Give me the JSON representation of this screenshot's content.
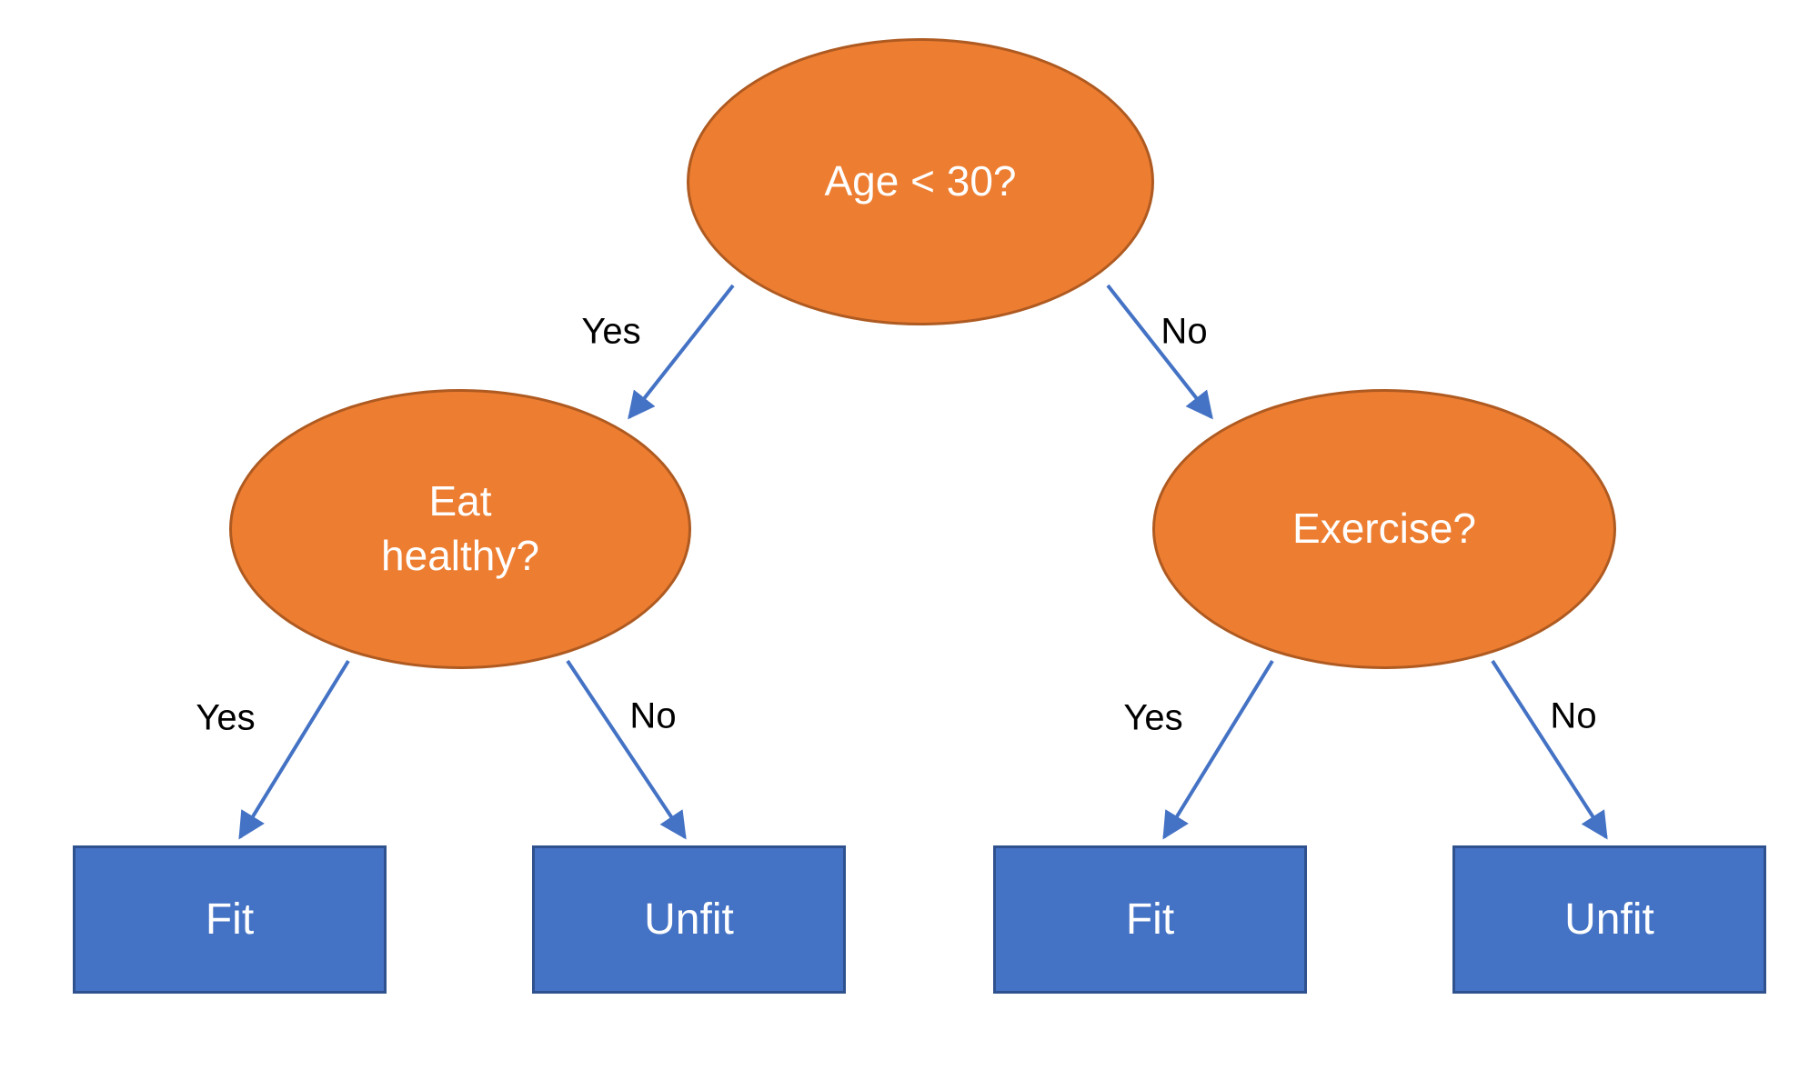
{
  "diagram": {
    "type": "decision-tree",
    "nodes": {
      "root": {
        "label": "Age < 30?",
        "shape": "ellipse"
      },
      "eat_healthy": {
        "label": "Eat healthy?",
        "shape": "ellipse"
      },
      "exercise": {
        "label": "Exercise?",
        "shape": "ellipse"
      },
      "fit_left": {
        "label": "Fit",
        "shape": "rect"
      },
      "unfit_left": {
        "label": "Unfit",
        "shape": "rect"
      },
      "fit_right": {
        "label": "Fit",
        "shape": "rect"
      },
      "unfit_right": {
        "label": "Unfit",
        "shape": "rect"
      }
    },
    "edge_labels": {
      "root_yes": "Yes",
      "root_no": "No",
      "eat_yes": "Yes",
      "eat_no": "No",
      "exercise_yes": "Yes",
      "exercise_no": "No"
    },
    "edges": [
      {
        "from": "root",
        "to": "eat_healthy",
        "label": "Yes"
      },
      {
        "from": "root",
        "to": "exercise",
        "label": "No"
      },
      {
        "from": "eat_healthy",
        "to": "fit_left",
        "label": "Yes"
      },
      {
        "from": "eat_healthy",
        "to": "unfit_left",
        "label": "No"
      },
      {
        "from": "exercise",
        "to": "fit_right",
        "label": "Yes"
      },
      {
        "from": "exercise",
        "to": "unfit_right",
        "label": "No"
      }
    ],
    "colors": {
      "decision_fill": "#ED7D31",
      "decision_border": "#AE5A21",
      "leaf_fill": "#4472C4",
      "leaf_border": "#2F528F",
      "arrow": "#4472C4",
      "node_text": "#FFFFFF",
      "edge_label_text": "#000000",
      "background": "#FFFFFF"
    }
  }
}
